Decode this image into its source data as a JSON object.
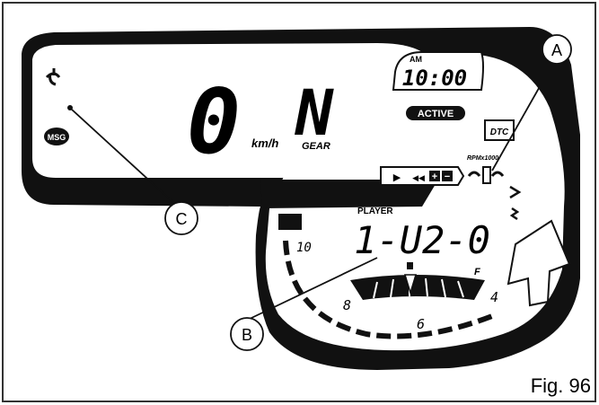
{
  "figure": {
    "caption": "Fig. 96"
  },
  "callouts": [
    {
      "letter": "A"
    },
    {
      "letter": "B"
    },
    {
      "letter": "C"
    }
  ],
  "dashboard": {
    "speed": {
      "value": "0",
      "unit": "km/h"
    },
    "gear": {
      "value": "N",
      "label": "GEAR"
    },
    "clock": {
      "meridiem": "AM",
      "time": "10:00"
    },
    "mode_badge": "ACTIVE",
    "dtc_label": "DTC",
    "rpm_label": "RPMx1000",
    "msg_label": "MSG",
    "player": {
      "label": "PLAYER",
      "readout": "1-U2-0"
    },
    "tach_ticks": [
      "10",
      "8",
      "6",
      "4"
    ],
    "fuel_full_label": "F",
    "controls": [
      "▶",
      "◀◀",
      "+",
      "−"
    ]
  },
  "colors": {
    "display_black": "#111111",
    "background": "#ffffff",
    "border": "#333333"
  }
}
